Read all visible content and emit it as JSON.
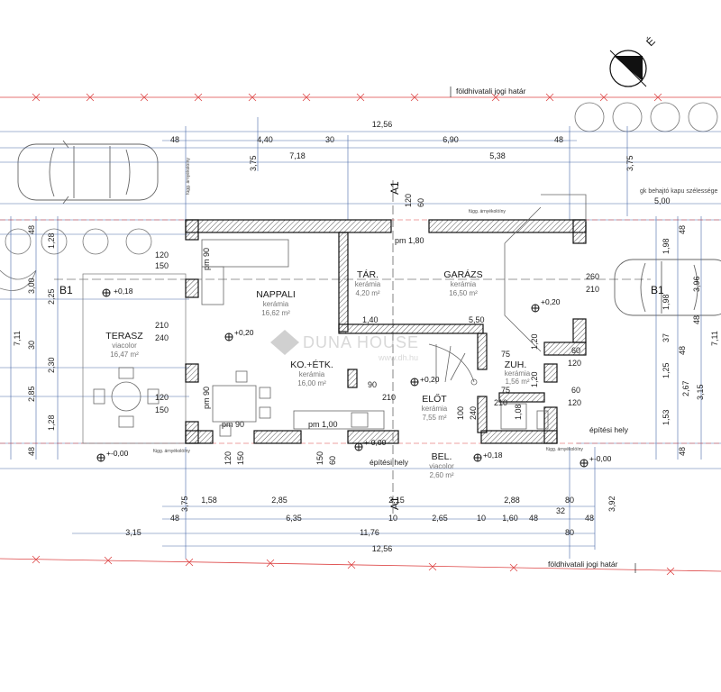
{
  "north_label": "É",
  "boundary_label_top": "földhivatali jogi határ",
  "boundary_label_bottom": "földhivatali jogi határ",
  "building_line_right": "építési hely",
  "building_line_bottom": "építési hely",
  "gate_note": "gk behajtó kapu szélessége",
  "gate_width": "5,00",
  "watermark": "DUNA HOUSE",
  "watermark_url": "www.dh.hu",
  "section_marks": {
    "a_top": "A1",
    "a_bottom": "A1",
    "b_left": "B1",
    "b_right": "B1"
  },
  "small_labels": {
    "fugg_1": "függ. árnyékolóíny",
    "fugg_2": "függ. árnyékolóíny",
    "fugg_3": "függ. árnyékolóíny",
    "fugg_4": "függ. árnyékolóíny"
  },
  "rooms": {
    "nappali": {
      "name": "NAPPALI",
      "floor": "kerámia",
      "area": "16,62 m²"
    },
    "tar": {
      "name": "TÁR.",
      "floor": "kerámia",
      "area": "4,20 m²"
    },
    "garazs": {
      "name": "GARÁZS",
      "floor": "kerámia",
      "area": "16,50 m²"
    },
    "terasz": {
      "name": "TERASZ",
      "floor": "viacolor",
      "area": "16,47 m²"
    },
    "konyha": {
      "name": "KO.+ÉTK.",
      "floor": "kerámia",
      "area": "16,00 m²"
    },
    "elot": {
      "name": "ELŐT",
      "floor": "kerámia",
      "area": "7,55 m²"
    },
    "zuh": {
      "name": "ZUH.",
      "floor": "kerámia",
      "area": "1,56 m²"
    },
    "bel": {
      "name": "BEL.",
      "floor": "viacolor",
      "area": "2,60 m²"
    }
  },
  "levels": {
    "terasz": "+0,18",
    "nappali": "+0,20",
    "garazs": "+0,20",
    "elot": "+0,20",
    "bel": "+0,18",
    "outside_left": "+-0,00",
    "outside_mid": "+-0,00",
    "outside_right": "+-0,00"
  },
  "openings": {
    "w1": "120",
    "w1b": "150",
    "w2": "210",
    "w2b": "240",
    "w3": "120",
    "w3b": "150",
    "w4": "120",
    "w4b": "150",
    "w5": "150",
    "w5b": "60",
    "pm90_1": "pm 90",
    "pm90_2": "pm 90",
    "pm90_3": "pm 90",
    "pm180": "pm 1,80",
    "pm100": "pm 1,00",
    "tar_w": "120",
    "tar_h": "60",
    "gar_w": "260",
    "gar_h": "210",
    "d_140": "1,40",
    "d_550": "5,50",
    "zuh_120a": "1,20",
    "zuh_120b": "1,20",
    "zuh_60a": "60",
    "zuh_120c": "120",
    "zuh_60b": "60",
    "zuh_120d": "120",
    "zuh_75a": "75",
    "zuh_75b": "75",
    "elot_90": "90",
    "elot_210a": "210",
    "elot_210b": "210",
    "elot_100": "100",
    "elot_240": "240",
    "elot_108": "1,08"
  },
  "top_dims": {
    "overall": "12,56",
    "r1": [
      "48",
      "4,40",
      "30",
      "6,90",
      "48"
    ],
    "r2": [
      "7,18",
      "5,38"
    ],
    "side_a": "3,75",
    "side_b": "3,75"
  },
  "bottom_dims": {
    "r1": [
      "1,58",
      "2,85",
      "2,15",
      "2,88",
      "80"
    ],
    "r2": [
      "48",
      "6,35",
      "10",
      "2,65",
      "10",
      "1,60",
      "48",
      "32",
      "48"
    ],
    "r3": [
      "3,15",
      "11,76",
      "80"
    ],
    "overall": "12,56",
    "v_375": "3,75",
    "v_392": "3,92"
  },
  "left_dims": {
    "outer": "7,11",
    "mid": [
      "48",
      "3,00",
      "30",
      "2,85",
      "48"
    ],
    "inner": [
      "1,28",
      "2,25",
      "2,30",
      "1,28"
    ]
  },
  "right_dims": {
    "outer": "7,11",
    "mid": [
      "48",
      "3,96",
      "37",
      "2,67",
      "48"
    ],
    "inner": [
      "1,98",
      "1,98",
      "1,25",
      "1,53"
    ],
    "extra": [
      "3,15",
      "48",
      "48"
    ]
  }
}
